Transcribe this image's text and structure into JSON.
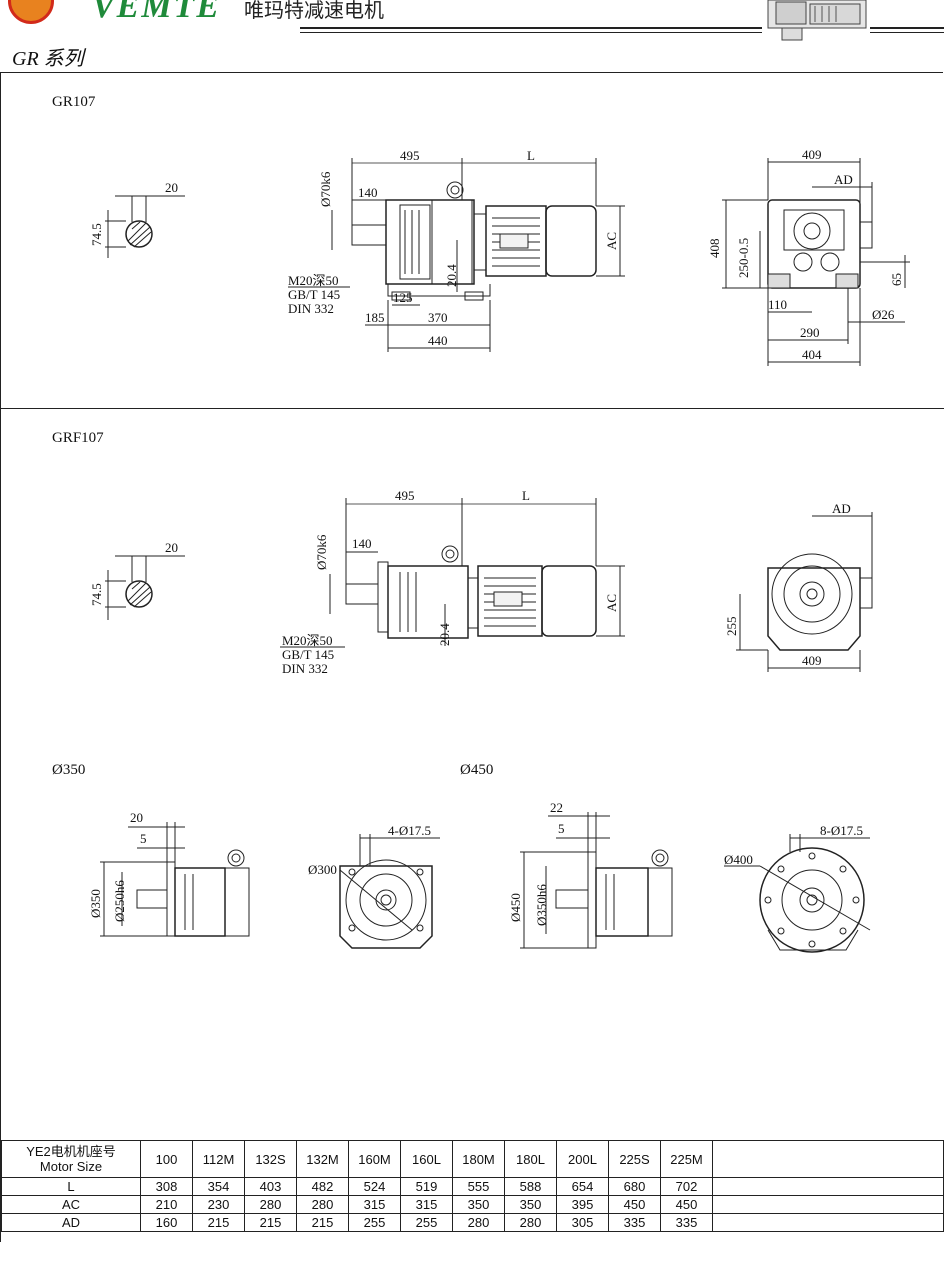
{
  "header": {
    "brand": "VEMTE",
    "brand_cn": "唯玛特减速电机",
    "series": "GR 系列"
  },
  "sections": {
    "gr107": {
      "model": "GR107",
      "shaft": {
        "dia": "74.5",
        "key": "20"
      },
      "side": {
        "d495": "495",
        "dL": "L",
        "d140": "140",
        "shaft": "Ø70k6",
        "d20_4": "20.4",
        "d125": "125",
        "d185": "185",
        "d370": "370",
        "d440": "440",
        "dAC": "AC",
        "thread1": "M20深50",
        "thread2": "GB/T 145",
        "thread3": "DIN 332"
      },
      "end": {
        "d409": "409",
        "dAD": "AD",
        "d408": "408",
        "d250": "250-0.5",
        "d65": "65",
        "d110": "110",
        "d26": "Ø26",
        "d290": "290",
        "d404": "404"
      }
    },
    "grf107": {
      "model": "GRF107",
      "shaft": {
        "dia": "74.5",
        "key": "20"
      },
      "side": {
        "d495": "495",
        "dL": "L",
        "d140": "140",
        "shaft": "Ø70k6",
        "d20_4": "20.4",
        "dAC": "AC",
        "thread1": "M20深50",
        "thread2": "GB/T 145",
        "thread3": "DIN 332"
      },
      "end": {
        "dAD": "AD",
        "d255": "255",
        "d409": "409"
      }
    },
    "flange350": {
      "label": "Ø350",
      "d20": "20",
      "d5": "5",
      "d350": "Ø350",
      "d250": "Ø250h6",
      "holes": "4-Ø17.5",
      "pcd": "Ø300"
    },
    "flange450": {
      "label": "Ø450",
      "d22": "22",
      "d5": "5",
      "d450": "Ø450",
      "d350": "Ø350h6",
      "holes": "8-Ø17.5",
      "pcd": "Ø400"
    }
  },
  "table": {
    "head_cn": "YE2电机机座号",
    "head_en": "Motor Size",
    "sizes": [
      "100",
      "112M",
      "132S",
      "132M",
      "160M",
      "160L",
      "180M",
      "180L",
      "200L",
      "225S",
      "225M"
    ],
    "rows": [
      {
        "label": "L",
        "values": [
          "308",
          "354",
          "403",
          "482",
          "524",
          "519",
          "555",
          "588",
          "654",
          "680",
          "702"
        ]
      },
      {
        "label": "AC",
        "values": [
          "210",
          "230",
          "280",
          "280",
          "315",
          "315",
          "350",
          "350",
          "395",
          "450",
          "450"
        ]
      },
      {
        "label": "AD",
        "values": [
          "160",
          "215",
          "215",
          "215",
          "255",
          "255",
          "280",
          "280",
          "305",
          "335",
          "335"
        ]
      }
    ]
  }
}
